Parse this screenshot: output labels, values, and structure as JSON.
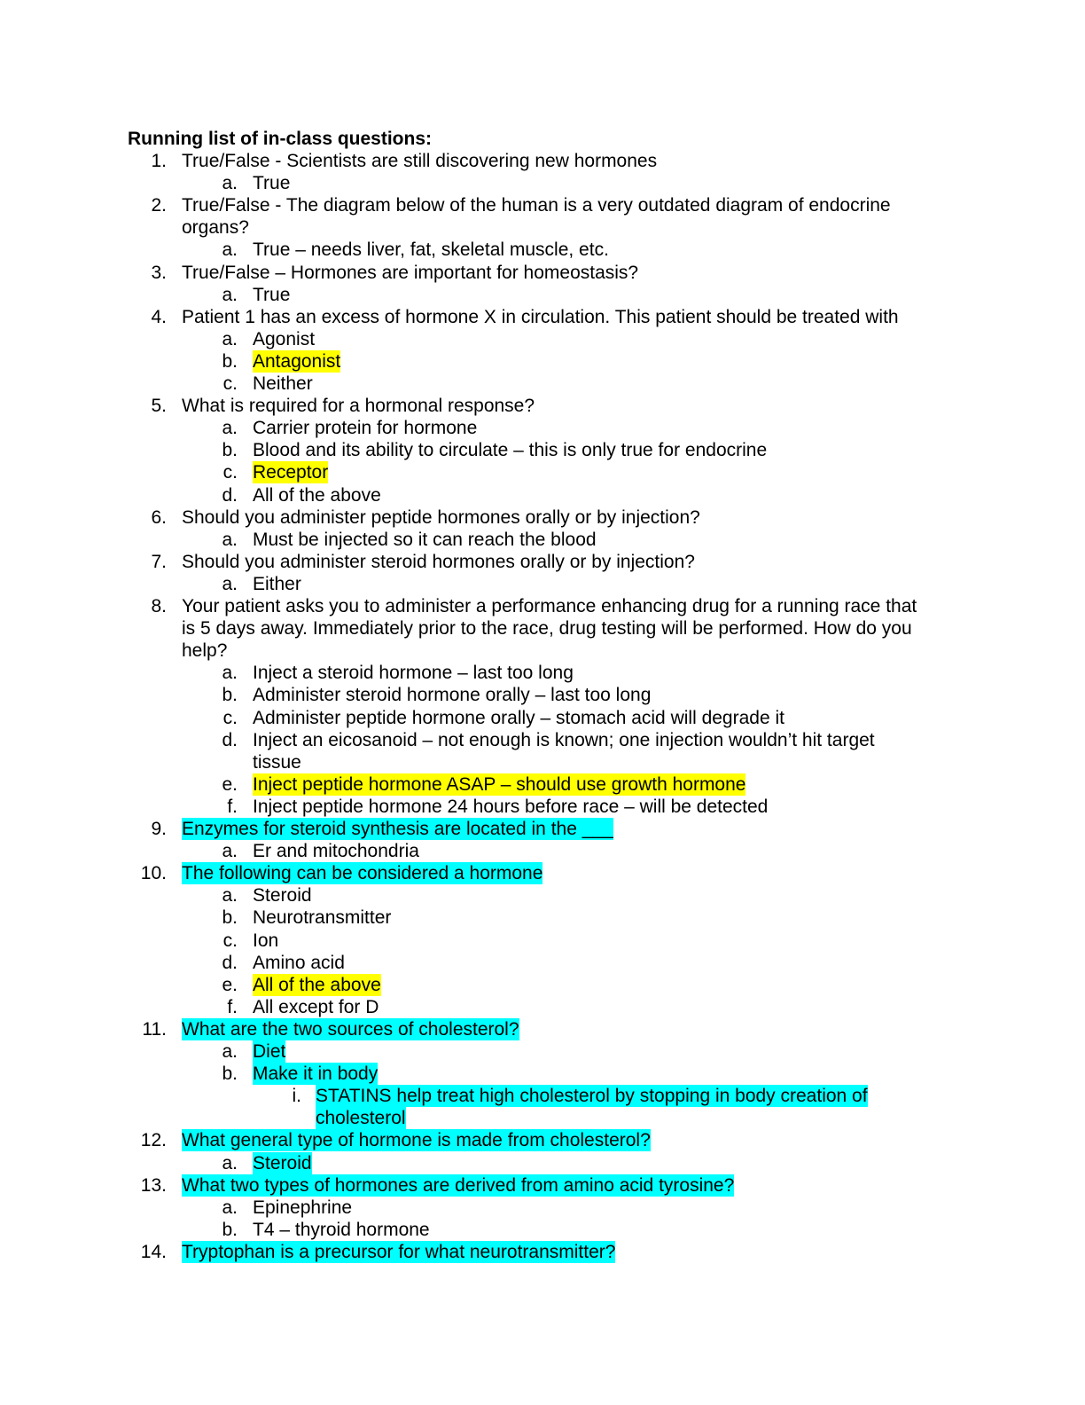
{
  "title": "Running list of in-class questions:",
  "lines": [
    {
      "m": "1.",
      "t": "True/False - Scientists are still discovering new hormones",
      "lvl": 1
    },
    {
      "m": "a.",
      "t": "True",
      "lvl": 2
    },
    {
      "m": "2.",
      "t": "True/False - The diagram below of the human is a very outdated diagram of endocrine",
      "lvl": 1
    },
    {
      "m": "",
      "t": "organs?",
      "lvl": 1
    },
    {
      "m": "a.",
      "t": "True – needs liver, fat, skeletal muscle, etc.",
      "lvl": 2
    },
    {
      "m": "3.",
      "t": "True/False – Hormones are important for homeostasis?",
      "lvl": 1
    },
    {
      "m": "a.",
      "t": "True",
      "lvl": 2
    },
    {
      "m": "4.",
      "t": "Patient 1 has an excess of hormone X in circulation. This patient should be treated with",
      "lvl": 1
    },
    {
      "m": "a.",
      "t": "Agonist",
      "lvl": 2
    },
    {
      "m": "b.",
      "t": "Antagonist",
      "lvl": 2,
      "hl": "y"
    },
    {
      "m": "c.",
      "t": "Neither",
      "lvl": 2
    },
    {
      "m": "5.",
      "t": "What is required for a hormonal response?",
      "lvl": 1
    },
    {
      "m": "a.",
      "t": "Carrier protein for hormone",
      "lvl": 2
    },
    {
      "m": "b.",
      "t": "Blood and its ability to circulate – this is only true for endocrine",
      "lvl": 2
    },
    {
      "m": "c.",
      "t": "Receptor",
      "lvl": 2,
      "hl": "y"
    },
    {
      "m": "d.",
      "t": "All of the above",
      "lvl": 2
    },
    {
      "m": "6.",
      "t": "Should you administer peptide hormones orally or by injection?",
      "lvl": 1
    },
    {
      "m": "a.",
      "t": "Must be injected so it can reach the blood",
      "lvl": 2
    },
    {
      "m": "7.",
      "t": "Should you administer steroid hormones orally or by injection?",
      "lvl": 1
    },
    {
      "m": "a.",
      "t": "Either",
      "lvl": 2
    },
    {
      "m": "8.",
      "t": "Your patient asks you to administer a performance enhancing drug for a running race that",
      "lvl": 1
    },
    {
      "m": "",
      "t": "is 5 days away. Immediately prior to the race, drug testing will be performed. How do you",
      "lvl": 1
    },
    {
      "m": "",
      "t": "help?",
      "lvl": 1
    },
    {
      "m": "a.",
      "t": "Inject a steroid hormone – last too long",
      "lvl": 2
    },
    {
      "m": "b.",
      "t": "Administer steroid hormone orally – last too long",
      "lvl": 2
    },
    {
      "m": "c.",
      "t": "Administer peptide hormone orally – stomach acid will degrade it",
      "lvl": 2
    },
    {
      "m": "d.",
      "t": "Inject an eicosanoid – not enough is known; one injection wouldn’t hit target",
      "lvl": 2
    },
    {
      "m": "",
      "t": "tissue",
      "lvl": 2
    },
    {
      "m": "e.",
      "t": "Inject peptide hormone ASAP – should use growth hormone",
      "lvl": 2,
      "hl": "y"
    },
    {
      "m": "f.",
      "t": "Inject peptide hormone 24 hours before race – will be detected",
      "lvl": 2
    },
    {
      "m": "9.",
      "t": "Enzymes for steroid synthesis are located in the ___",
      "lvl": 1,
      "hl": "c"
    },
    {
      "m": "a.",
      "t": "Er and mitochondria",
      "lvl": 2
    },
    {
      "m": "10.",
      "t": "The following can be considered a hormone",
      "lvl": 1,
      "hl": "c"
    },
    {
      "m": "a.",
      "t": "Steroid",
      "lvl": 2
    },
    {
      "m": "b.",
      "t": "Neurotransmitter",
      "lvl": 2
    },
    {
      "m": "c.",
      "t": "Ion",
      "lvl": 2
    },
    {
      "m": "d.",
      "t": "Amino acid",
      "lvl": 2
    },
    {
      "m": "e.",
      "t": "All of the above",
      "lvl": 2,
      "hl": "y"
    },
    {
      "m": "f.",
      "t": "All except for D",
      "lvl": 2
    },
    {
      "m": "11.",
      "t": "What are the two sources of cholesterol?",
      "lvl": 1,
      "hl": "c"
    },
    {
      "m": "a.",
      "t": "Diet",
      "lvl": 2,
      "hl": "c"
    },
    {
      "m": "b.",
      "t": "Make it in body",
      "lvl": 2,
      "hl": "c"
    },
    {
      "m": "i.",
      "t": "STATINS help treat high cholesterol by stopping in body creation of",
      "lvl": 3,
      "hl": "c"
    },
    {
      "m": "",
      "t": "cholesterol",
      "lvl": 3,
      "hl": "c"
    },
    {
      "m": "12.",
      "t": "What general type of hormone is made from cholesterol?",
      "lvl": 1,
      "hl": "c"
    },
    {
      "m": "a.",
      "t": "Steroid",
      "lvl": 2,
      "hl": "c"
    },
    {
      "m": "13.",
      "t": "What two types of hormones are derived from amino acid tyrosine?",
      "lvl": 1,
      "hl": "c"
    },
    {
      "m": "a.",
      "t": "Epinephrine",
      "lvl": 2
    },
    {
      "m": "b.",
      "t": "T4 – thyroid hormone",
      "lvl": 2
    },
    {
      "m": "14.",
      "t": "Tryptophan is a precursor for what neurotransmitter?",
      "lvl": 1,
      "hl": "c"
    }
  ]
}
